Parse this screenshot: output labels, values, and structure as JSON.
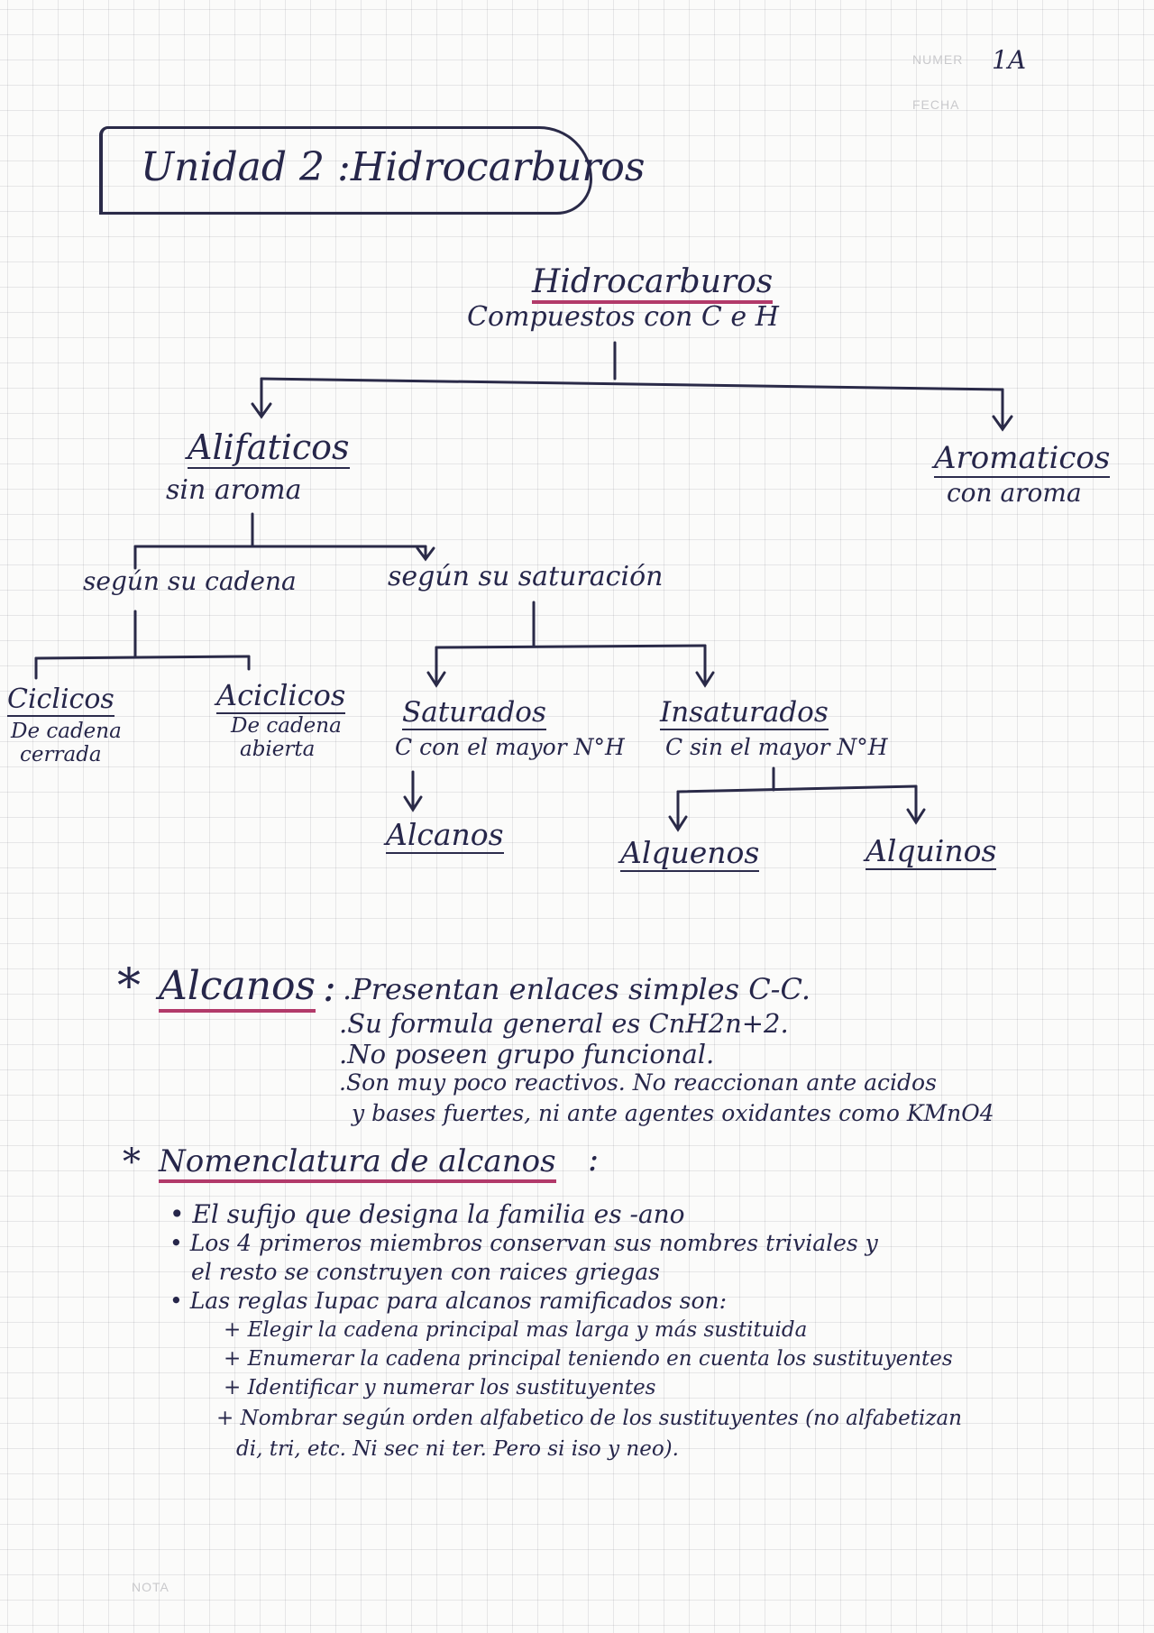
{
  "header": {
    "page_number": "1A",
    "form_label_1": "NUMER",
    "form_label_2": "FECHA",
    "footer_label": "NOTA"
  },
  "title": "Unidad 2 :Hidrocarburos",
  "tree": {
    "root": {
      "name": "Hidrocarburos",
      "desc": "Compuestos con C e H"
    },
    "aliphatic": {
      "name": "Alifaticos",
      "desc": "sin aroma"
    },
    "aromatic": {
      "name": "Aromaticos",
      "desc": "con aroma"
    },
    "by_chain": "según su cadena",
    "by_saturation": "según su saturación",
    "cyclic": {
      "name": "Ciclicos",
      "desc1": "De cadena",
      "desc2": "cerrada"
    },
    "acyclic": {
      "name": "Aciclicos",
      "desc1": "De cadena",
      "desc2": "abierta"
    },
    "saturated": {
      "name": "Saturados",
      "desc": "C con el mayor N°H"
    },
    "unsaturated": {
      "name": "Insaturados",
      "desc": "C sin el mayor N°H"
    },
    "alkanes": "Alcanos",
    "alkenes": "Alquenos",
    "alkynes": "Alquinos"
  },
  "alcanos": {
    "marker": "*",
    "heading": "Alcanos",
    "colon": ":",
    "bullets": [
      ".Presentan enlaces simples C-C.",
      ".Su formula general es CnH2n+2.",
      ".No poseen grupo funcional.",
      ".Son muy poco reactivos. No reaccionan ante acidos",
      "y bases fuertes, ni ante agentes oxidantes como KMnO4"
    ]
  },
  "nomenclatura": {
    "marker": "*",
    "heading": "Nomenclatura de alcanos",
    "colon": ":",
    "lines": [
      "• El sufijo que designa la familia es -ano",
      "• Los 4 primeros miembros conservan sus nombres triviales y",
      "el resto se construyen con raices griegas",
      "• Las reglas Iupac para alcanos ramificados son:",
      "+ Elegir la cadena principal mas larga y más sustituida",
      "+ Enumerar la cadena principal teniendo en cuenta los sustituyentes",
      "+ Identificar y numerar los sustituyentes",
      "+ Nombrar según orden alfabetico de los sustituyentes (no alfabetizan",
      "di, tri, etc. Ni sec ni ter. Pero si iso y neo)."
    ]
  },
  "colors": {
    "ink": "#26264a",
    "highlight": "#b23a6a"
  }
}
